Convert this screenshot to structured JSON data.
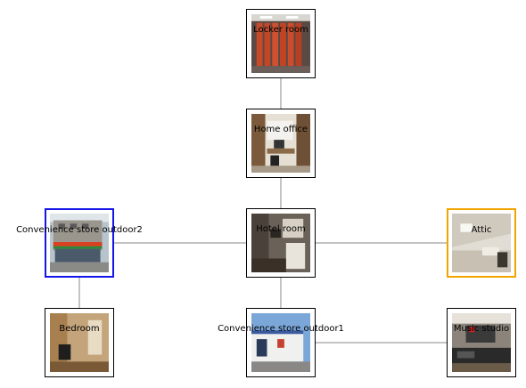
{
  "rooms": {
    "locker_room": {
      "label": "Locker room"
    },
    "home_office": {
      "label": "Home office"
    },
    "hotel_room": {
      "label": "Hotel room"
    },
    "convenience_store_outdoor2": {
      "label": "Convenience store outdoor2"
    },
    "attic": {
      "label": "Attic"
    },
    "bedroom": {
      "label": "Bedroom"
    },
    "convenience_store_outdoor1": {
      "label": "Convenience store outdoor1"
    },
    "music_studio": {
      "label": "Music studio"
    }
  },
  "colors": {
    "current_border": "#1515e6",
    "target_border": "#f0a500",
    "edge": "#888888",
    "node_border": "#000000"
  },
  "edges": [
    [
      "locker_room",
      "home_office"
    ],
    [
      "home_office",
      "hotel_room"
    ],
    [
      "hotel_room",
      "convenience_store_outdoor2"
    ],
    [
      "hotel_room",
      "attic"
    ],
    [
      "hotel_room",
      "convenience_store_outdoor1"
    ],
    [
      "convenience_store_outdoor2",
      "bedroom"
    ],
    [
      "convenience_store_outdoor1",
      "music_studio"
    ]
  ]
}
